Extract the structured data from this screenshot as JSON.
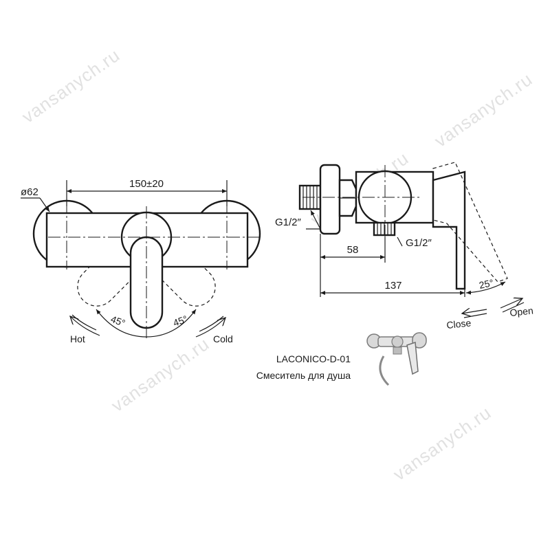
{
  "left_view": {
    "diameter": "ø62",
    "center_distance": "150±20",
    "angle_left": "45°",
    "angle_right": "45°",
    "hot_label": "Hot",
    "cold_label": "Cold"
  },
  "side_view": {
    "thread_inlet": "G1/2″",
    "thread_outlet": "G1/2″",
    "dim_inlet": "58",
    "dim_total": "137",
    "angle": "25°",
    "close_label": "Close",
    "open_label": "Open"
  },
  "product": {
    "model": "LACONICO-D-01",
    "description": "Смеситель для душа"
  },
  "watermark": "vansanych.ru"
}
